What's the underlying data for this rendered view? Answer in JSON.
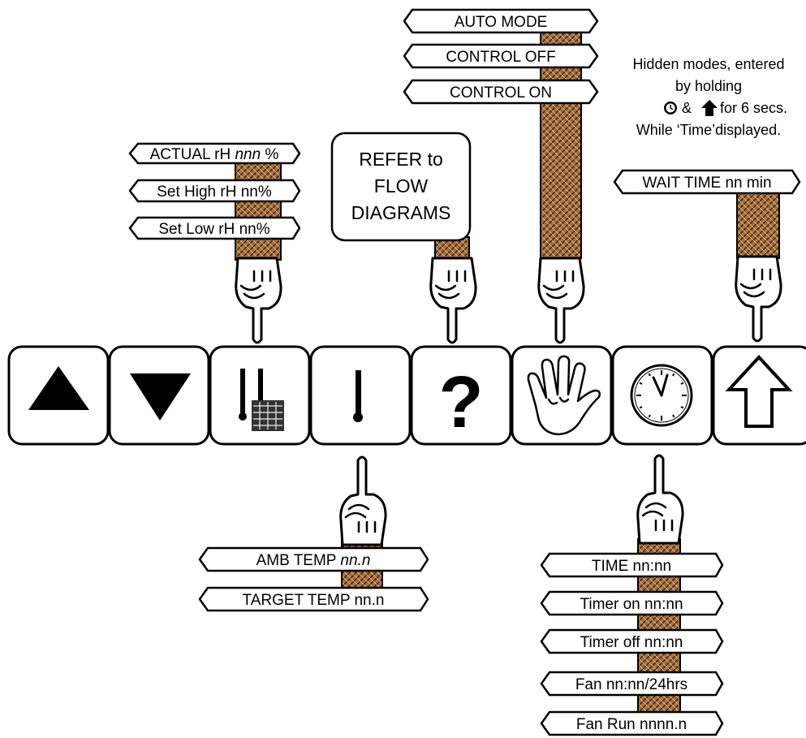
{
  "colors": {
    "sleeve": "#a5713f",
    "sleeve_dark": "#4a2a10",
    "outline": "#000000",
    "background": "#ffffff"
  },
  "buttons": [
    {
      "name": "up-triangle-button",
      "icon": "triangle-up-icon"
    },
    {
      "name": "down-triangle-button",
      "icon": "triangle-down-icon"
    },
    {
      "name": "humidity-button",
      "icon": "humidity-bars-icon"
    },
    {
      "name": "temperature-button",
      "icon": "thermometer-icon"
    },
    {
      "name": "help-button",
      "icon": "question-mark-icon",
      "label": "?"
    },
    {
      "name": "stop-button",
      "icon": "open-hand-icon"
    },
    {
      "name": "clock-button",
      "icon": "clock-icon"
    },
    {
      "name": "shift-up-button",
      "icon": "outline-up-arrow-icon"
    }
  ],
  "humidity_menu": [
    {
      "text": "ACTUAL rH ",
      "value": "nnn",
      "unit": " %"
    },
    {
      "text": "Set High rH nn%"
    },
    {
      "text": "Set Low rH nn%"
    }
  ],
  "help_box": {
    "line1": "REFER to",
    "line2": "FLOW",
    "line3": "DIAGRAMS"
  },
  "stop_menu": [
    "AUTO MODE",
    "CONTROL OFF",
    "CONTROL ON"
  ],
  "hidden_note": {
    "line1": "Hidden modes, entered",
    "line2": "by holding",
    "line3": "& ",
    "line3_end": " for 6 secs.",
    "line4": "While ‘Time’displayed."
  },
  "shift_menu": [
    "WAIT TIME nn min"
  ],
  "temp_menu": [
    {
      "text": "AMB TEMP  ",
      "value": "nn.n"
    },
    {
      "text": "TARGET TEMP nn.n"
    }
  ],
  "clock_menu": [
    "TIME  nn:nn",
    "Timer on nn:nn",
    "Timer off nn:nn",
    "Fan nn:nn/24hrs",
    "Fan Run nnnn.n"
  ]
}
